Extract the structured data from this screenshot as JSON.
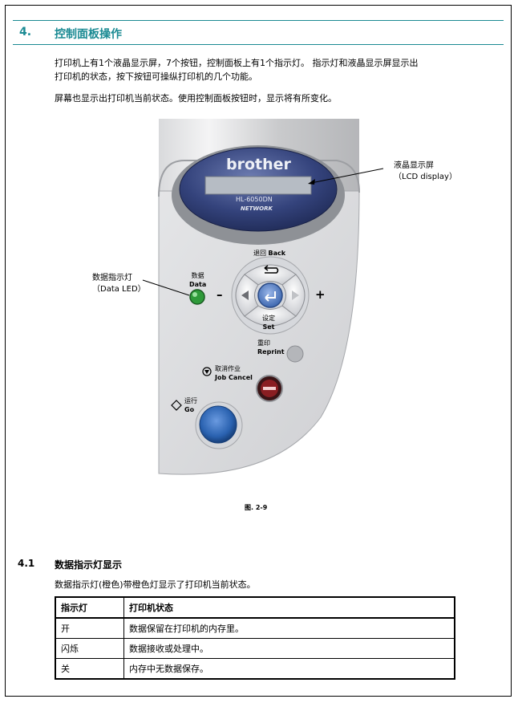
{
  "section": {
    "number": "4.",
    "title": "控制面板操作",
    "paragraph1_line1": "打印机上有1个液晶显示屏，7个按钮，控制面板上有1个指示灯。 指示灯和液晶显示屏显示出",
    "paragraph1_line2": "打印机的状态，按下按钮可操纵打印机的几个功能。",
    "paragraph2": "屏幕也显示出打印机当前状态。使用控制面板按钮时，显示将有所变化。"
  },
  "figure": {
    "caption": "图. 2-9",
    "callout_lcd_line1": "液晶显示屏",
    "callout_lcd_line2": "（LCD display）",
    "callout_led_line1": "数据指示灯",
    "callout_led_line2": "（Data LED）",
    "brand": "brother",
    "model": "HL-6050DN",
    "network": "NETWORK",
    "back_cn": "退回",
    "back_en": "Back",
    "data_cn": "数据",
    "data_en": "Data",
    "set_cn": "设定",
    "set_en": "Set",
    "reprint_cn": "重印",
    "reprint_en": "Reprint",
    "cancel_cn": "取消作业",
    "cancel_en": "Job Cancel",
    "go_cn": "运行",
    "go_en": "Go",
    "minus": "–",
    "plus": "+",
    "colors": {
      "accent": "#1a8a93",
      "lcd_bezel": "#2c3a72",
      "go_button": "#2a62b0",
      "cancel_button": "#8a1e22",
      "led": "#2f9a3a"
    }
  },
  "subsection": {
    "number": "4.1",
    "title": "数据指示灯显示",
    "intro": "数据指示灯(橙色)带橙色灯显示了打印机当前状态。"
  },
  "table": {
    "headers": [
      "指示灯",
      "打印机状态"
    ],
    "rows": [
      [
        "开",
        "数据保留在打印机的内存里。"
      ],
      [
        "闪烁",
        "数据接收或处理中。"
      ],
      [
        "关",
        "内存中无数据保存。"
      ]
    ]
  }
}
